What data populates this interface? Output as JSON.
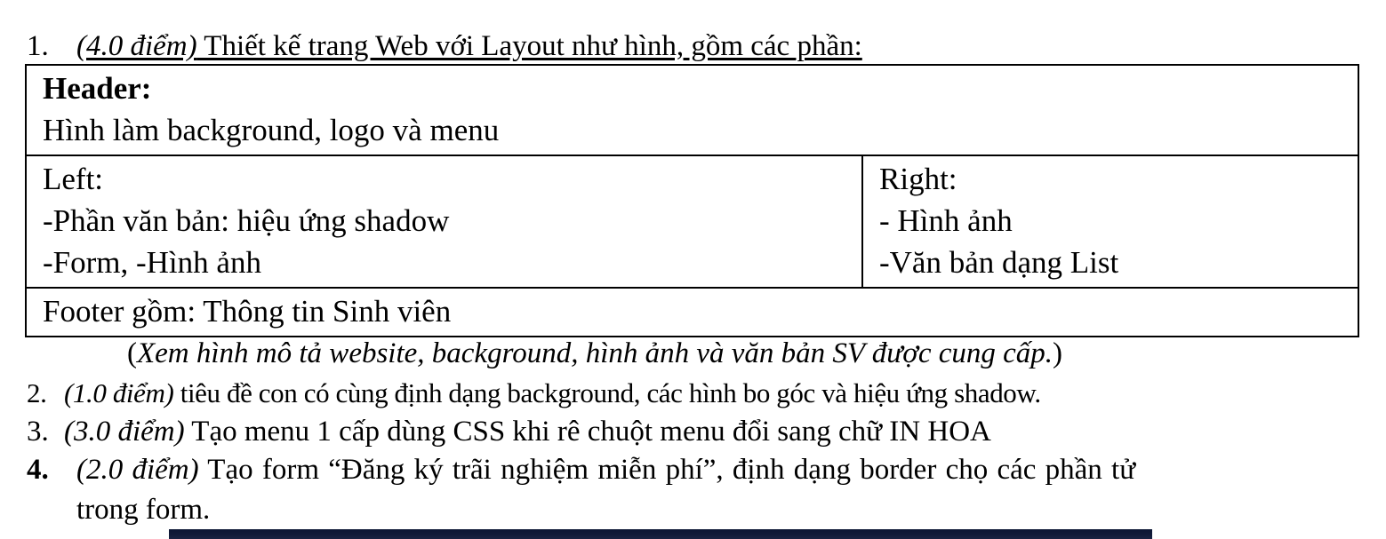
{
  "q1": {
    "number": "1.",
    "points": "(4.0 điểm)",
    "text": " Thiết kế trang Web với Layout như hình, gồm các phần:"
  },
  "layout_table": {
    "header": {
      "title": "Header:",
      "desc": "Hình làm background, logo và menu"
    },
    "left": {
      "title": "Left:",
      "line1": "-Phần văn bản: hiệu ứng shadow",
      "line2": "-Form, -Hình ảnh"
    },
    "right": {
      "title": "Right:",
      "line1": "- Hình ảnh",
      "line2": "-Văn bản dạng List"
    },
    "footer": {
      "text": "Footer gồm: Thông tin Sinh viên"
    }
  },
  "caption": {
    "open": "(",
    "text": "Xem hình mô tả website, background, hình ảnh và văn bản SV được cung cấp.",
    "close": ")"
  },
  "q2": {
    "number": "2.",
    "points": "(1.0 điểm)",
    "text": " tiêu đề con có cùng định dạng background, các hình bo góc và hiệu ứng shadow."
  },
  "q3": {
    "number": "3.",
    "points": "(3.0 điểm)",
    "text": " Tạo menu 1 cấp dùng CSS khi rê chuột menu đổi sang chữ IN HOA"
  },
  "q4": {
    "number": "4.",
    "points": "(2.0 điểm)",
    "text": " Tạo form “Đăng ký trãi nghiệm miễn phí”, định dạng border chọ các phần tử",
    "text_cont": "trong form."
  },
  "colors": {
    "image_strip": "#0f1a38"
  }
}
